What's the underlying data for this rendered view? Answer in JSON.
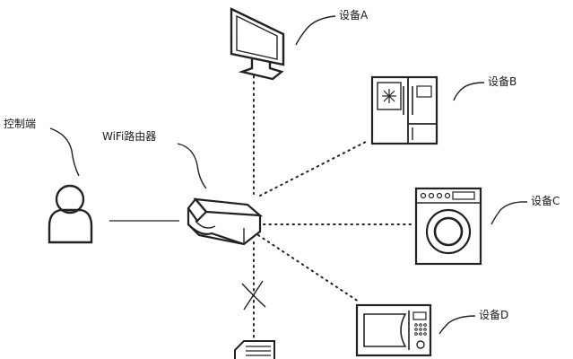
{
  "labels": {
    "controller": "控制端",
    "router": "WiFi路由器",
    "device_a": "设备A",
    "device_b": "设备B",
    "device_c": "设备C",
    "device_d": "设备D"
  },
  "icons": {
    "controller": "person-icon",
    "router": "router-icon",
    "device_a": "monitor-icon",
    "device_b": "refrigerator-icon",
    "device_c": "washing-machine-icon",
    "device_d": "microwave-icon",
    "blocked_device": "printer-icon",
    "blocked_link": "cross-mark-icon"
  },
  "colors": {
    "stroke": "#222222"
  }
}
